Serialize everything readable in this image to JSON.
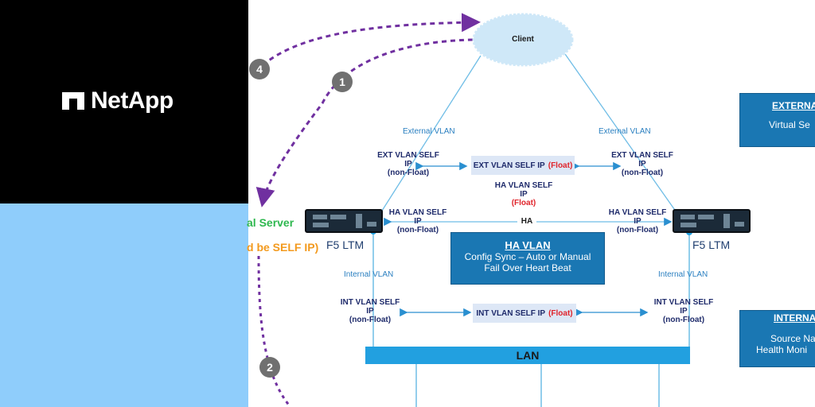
{
  "brand": {
    "name": "NetApp"
  },
  "colors": {
    "brand_panel": "#000000",
    "lower_panel": "#8fcdfb",
    "accent_blue": "#1a77b3",
    "lan_blue": "#22a0e0",
    "flow_purple": "#7030a0",
    "float_red": "#e0242b"
  },
  "diagram": {
    "client": "Client",
    "external_vlan_left": "External VLAN",
    "external_vlan_right": "External VLAN",
    "internal_vlan_left": "Internal VLAN",
    "internal_vlan_right": "Internal VLAN",
    "ext_self_ip_left": {
      "line1": "EXT VLAN SELF",
      "line2": "IP",
      "line3": "(non-Float)"
    },
    "ext_self_ip_right": {
      "line1": "EXT VLAN SELF",
      "line2": "IP",
      "line3": "(non-Float)"
    },
    "ext_float": {
      "label": "EXT VLAN SELF IP",
      "tag": "(Float)"
    },
    "ha_float": {
      "line1": "HA VLAN SELF",
      "line2": "IP",
      "line3": "(Float)"
    },
    "ha_self_ip_left": {
      "line1": "HA VLAN SELF",
      "line2": "IP",
      "line3": "(non-Float)"
    },
    "ha_self_ip_right": {
      "line1": "HA VLAN SELF",
      "line2": "IP",
      "line3": "(non-Float)"
    },
    "ha_link": "HA",
    "ha_vlan_box": {
      "title": "HA VLAN",
      "line1": "Config Sync – Auto or Manual",
      "line2": "Fail Over Heart Beat"
    },
    "f5_left": "F5 LTM",
    "f5_right": "F5 LTM",
    "int_self_ip_left": {
      "line1": "INT  VLAN SELF",
      "line2": "IP",
      "line3": "(non-Float)"
    },
    "int_self_ip_right": {
      "line1": "INT  VLAN SELF",
      "line2": "IP",
      "line3": "(non-Float)"
    },
    "int_float": {
      "label": "INT VLAN SELF IP",
      "tag": "(Float)"
    },
    "lan": "LAN",
    "external_box": {
      "title": "EXTERNA",
      "line1": "Virtual Se"
    },
    "internal_box": {
      "title": "INTERNA",
      "line1": "Source Na",
      "line2": "Health Moni"
    },
    "partial_server": "al Server",
    "partial_self_ip": "d be SELF IP)",
    "steps": [
      "1",
      "2",
      "4"
    ]
  }
}
